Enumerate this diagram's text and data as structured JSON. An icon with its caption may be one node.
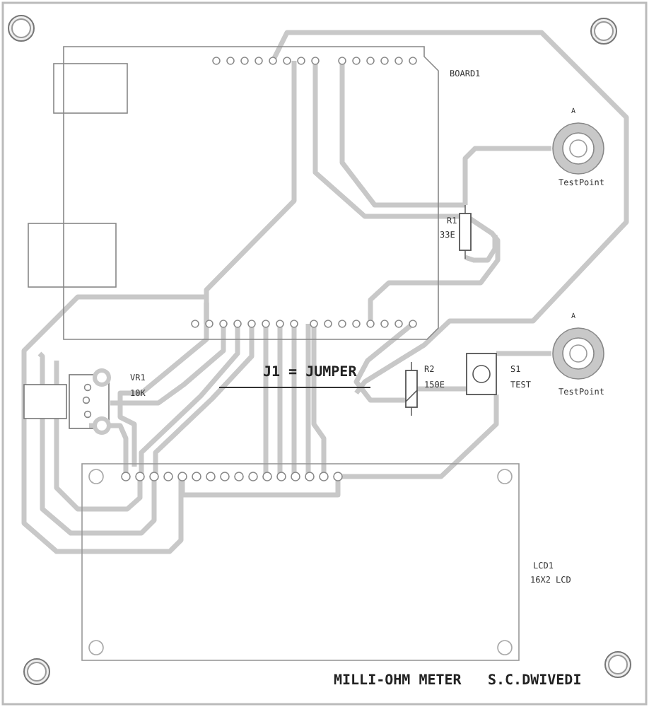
{
  "diagram": {
    "labels": [
      "BOARD1",
      "A",
      "TestPoint",
      "R1",
      "33E",
      "A",
      "J1 = JUMPER",
      "VR1",
      "S1",
      "R2",
      "10K",
      "TEST",
      "150E",
      "TestPoint",
      "LCD1",
      "16X2 LCD",
      "MILLI-OHM METER",
      "S.C.DWIVEDI"
    ]
  }
}
